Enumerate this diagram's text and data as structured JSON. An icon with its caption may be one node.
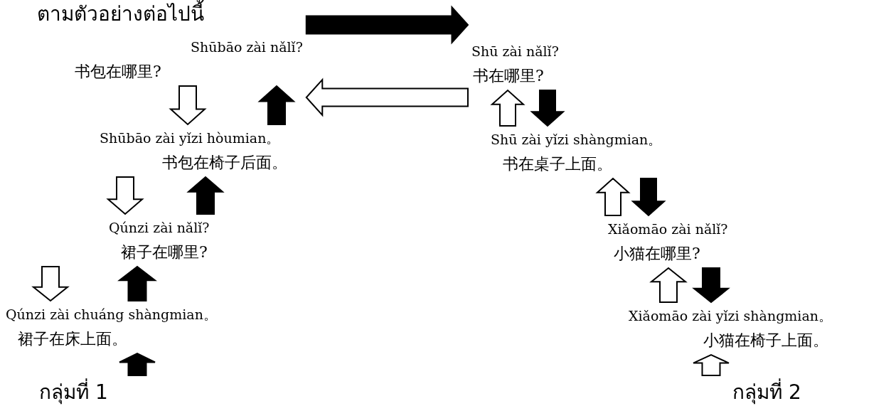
{
  "diagram": {
    "title": "ตามตัวอย่างต่อไปนี้",
    "nodes": [
      {
        "text": [
          "Shūbāo zài nǎlǐ?",
          "书包在哪里?"
        ]
      },
      {
        "text": [
          "Shūbāo zài yǐzi hòumian。",
          "书包在椅子后面。"
        ]
      },
      {
        "text": [
          "Qúnzi zài nǎlǐ?",
          "裙子在哪里?"
        ]
      },
      {
        "text": [
          "Qúnzi zài chuáng shàngmian。",
          "裙子在床上面。"
        ]
      },
      {
        "text": [
          "กลุ่มที่ 1"
        ]
      },
      {
        "text": [
          "Shū zài nǎlǐ?",
          "书在哪里?"
        ]
      },
      {
        "text": [
          "Shū zài yǐzi shàngmian。",
          "书在桌子上面。"
        ]
      },
      {
        "text": [
          "Xiǎomāo zài nǎlǐ?",
          "小猫在哪里?"
        ]
      },
      {
        "text": [
          "Xiǎomāo zài yǐzi shàngmian。",
          "小猫在椅子上面。"
        ]
      },
      {
        "text": [
          "กลุ่มที่ 2"
        ]
      }
    ],
    "edges": [
      {
        "from": 0,
        "to": 1,
        "arrow": "to",
        "color": "#ffffff"
      },
      {
        "from": 1,
        "to": 0,
        "arrow": "to",
        "color": "#000000"
      },
      {
        "from": 1,
        "to": 2,
        "arrow": "to",
        "color": "#ffffff"
      },
      {
        "from": 2,
        "to": 1,
        "arrow": "to",
        "color": "#000000"
      },
      {
        "from": 2,
        "to": 3,
        "arrow": "to",
        "color": "#ffffff"
      },
      {
        "from": 3,
        "to": 2,
        "arrow": "to",
        "color": "#000000"
      },
      {
        "from": 4,
        "to": 3,
        "arrow": "to",
        "color": "#000000"
      },
      {
        "from": 5,
        "to": 6,
        "arrow": "to",
        "color": "#000000"
      },
      {
        "from": 6,
        "to": 5,
        "arrow": "to",
        "color": "#ffffff"
      },
      {
        "from": 6,
        "to": 7,
        "arrow": "to",
        "color": "#000000"
      },
      {
        "from": 7,
        "to": 6,
        "arrow": "to",
        "color": "#ffffff"
      },
      {
        "from": 7,
        "to": 8,
        "arrow": "to",
        "color": "#000000"
      },
      {
        "from": 8,
        "to": 7,
        "arrow": "to",
        "color": "#ffffff"
      },
      {
        "from": 9,
        "to": 8,
        "arrow": "to",
        "color": "#ffffff"
      },
      {
        "from": 0,
        "to": 5,
        "arrow": "to",
        "color": "#000000"
      },
      {
        "from": 5,
        "to": 0,
        "arrow": "to",
        "color": "#ffffff"
      }
    ]
  }
}
